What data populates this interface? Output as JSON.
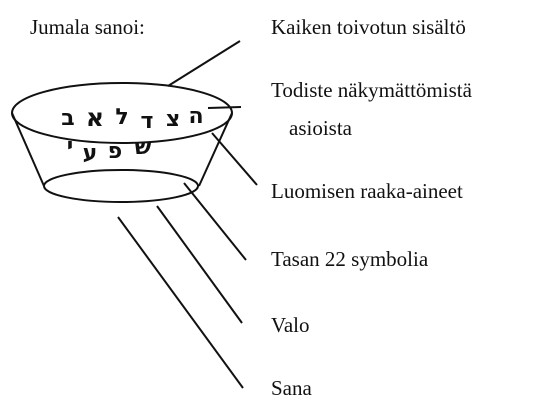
{
  "heading": "Jumala sanoi:",
  "labels": {
    "contents": "Kaiken toivotun sisältö",
    "evidence_line1": "Todiste näkymättömistä",
    "evidence_line2": "asioista",
    "raw_materials": "Luomisen raaka-aineet",
    "symbols": "Tasan 22 symbolia",
    "light": "Valo",
    "word": "Sana"
  },
  "bowl_letters": {
    "row1": [
      "ה",
      "צ",
      "ד",
      "ל",
      "א",
      "ב"
    ],
    "row2": [
      "ש",
      "פ",
      "ע",
      "י"
    ]
  },
  "colors": {
    "ink": "#111111",
    "background": "#ffffff"
  }
}
